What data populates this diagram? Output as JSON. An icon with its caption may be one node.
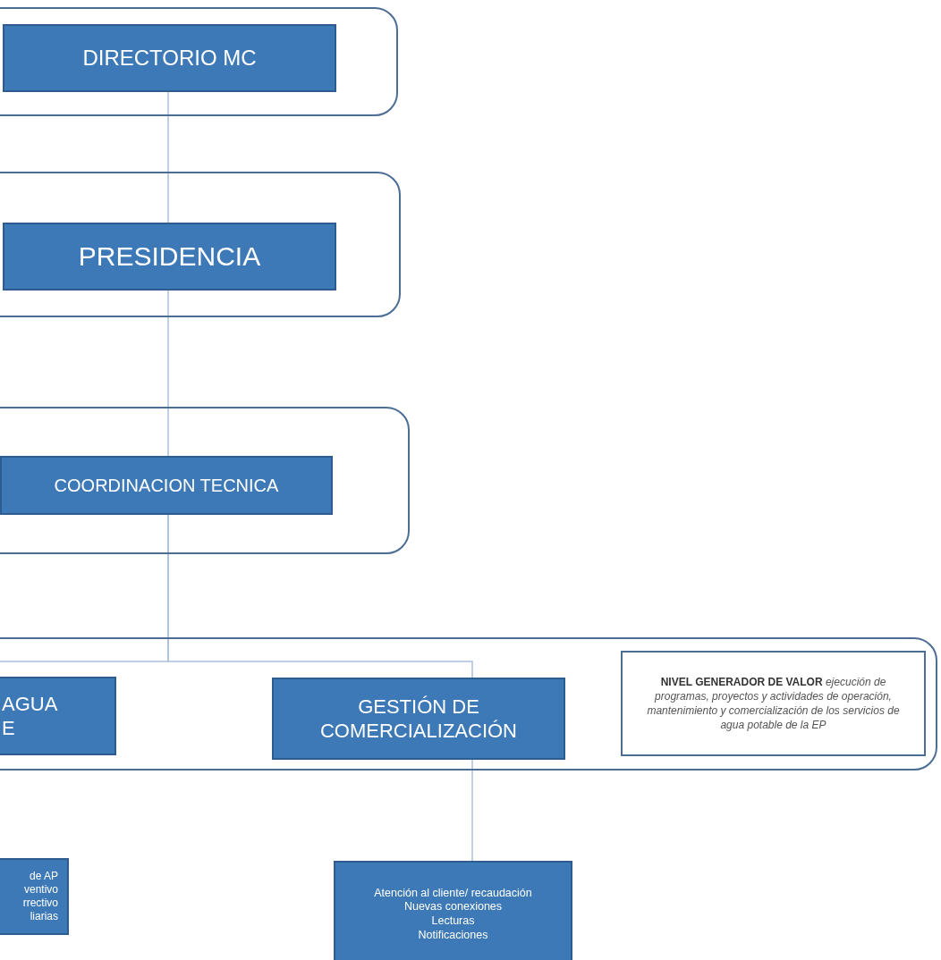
{
  "diagram": {
    "nodes": [
      {
        "text": [],
        "shape": "box"
      },
      {
        "text": [
          "DIRECTORIO MC"
        ],
        "in": 0
      },
      {
        "text": [],
        "shape": "box"
      },
      {
        "text": [
          "PRESIDENCIA"
        ],
        "in": 2
      },
      {
        "text": [],
        "shape": "box"
      },
      {
        "text": [
          "COORDINACION TECNICA"
        ],
        "in": 4
      },
      {
        "text": [],
        "shape": "box"
      },
      {
        "text": [
          "AGUA",
          "E"
        ],
        "in": 6
      },
      {
        "text": [
          "GESTIÓN DE COMERCIALIZACIÓN"
        ],
        "in": 6
      },
      {
        "text": [
          "**NIVEL GENERADOR DE VALOR** *ejecución de programas, proyectos y actividades de operación, mantenimiento y comercialización de los servicios de agua potable de la EP*"
        ],
        "in": 6
      },
      {
        "text": [
          "de AP",
          "ventivo",
          "rrectivo",
          "liarias"
        ]
      },
      {
        "text": [
          "Atención al cliente/ recaudación",
          "Nuevas conexiones",
          "Lecturas",
          "Notificaciones"
        ]
      }
    ],
    "edges": [
      {
        "from": 1,
        "to": 3,
        "arrow": "none"
      },
      {
        "from": 3,
        "to": 5,
        "arrow": "none"
      },
      {
        "from": 5,
        "to": 7,
        "arrow": "none"
      },
      {
        "from": 5,
        "to": 8,
        "arrow": "none"
      },
      {
        "from": 8,
        "to": 11,
        "arrow": "none"
      }
    ]
  }
}
